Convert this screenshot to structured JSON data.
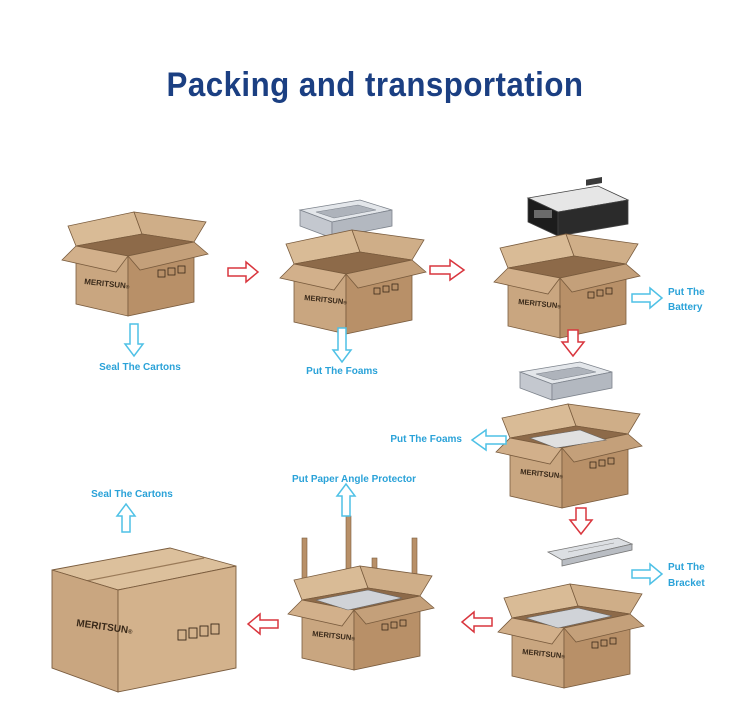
{
  "title": "Packing and transportation",
  "brand": "MERITSUN",
  "brand_mark": "®",
  "steps": {
    "seal_cartons_1": "Seal The Cartons",
    "put_foams_1": "Put The Foams",
    "put_battery_1": "Put The",
    "put_battery_2": "Battery",
    "put_foams_2": "Put The Foams",
    "put_bracket_1": "Put The",
    "put_bracket_2": "Bracket",
    "paper_angle": "Put Paper Angle Protector",
    "seal_cartons_2": "Seal The Cartons"
  },
  "colors": {
    "title": "#1b3f82",
    "label": "#2aa2d8",
    "red_arrow": "#d9363e",
    "blue_arrow": "#4fc1e6",
    "box_front": "#c9a680",
    "box_side": "#b89068",
    "box_inner": "#9c7a58",
    "foam": "#cfd3da"
  }
}
